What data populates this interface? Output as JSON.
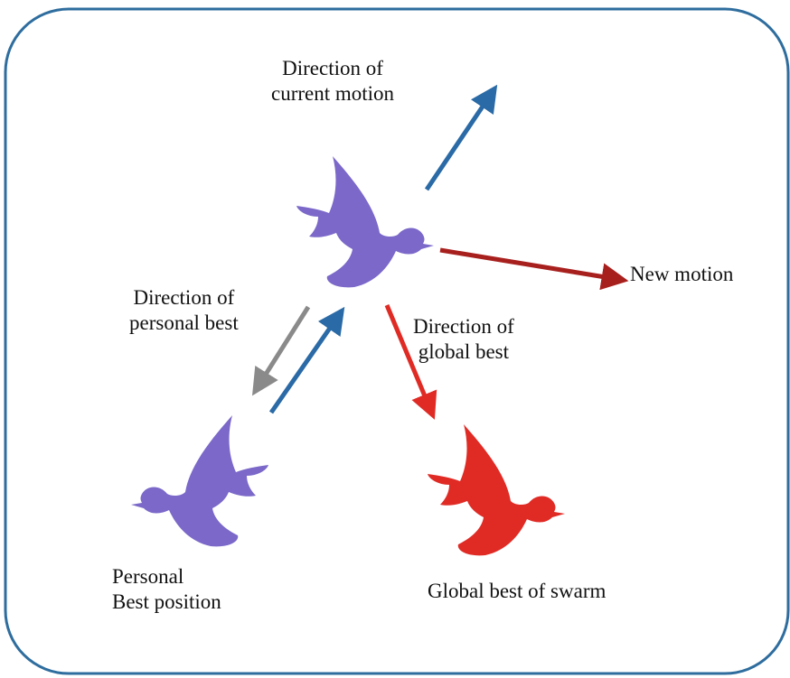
{
  "labels": {
    "current_motion": {
      "line1": "Direction of",
      "line2": "current motion"
    },
    "new_motion": "New motion",
    "personal_best_dir": {
      "line1": "Direction of",
      "line2": "personal best"
    },
    "global_best_dir": {
      "line1": "Direction of",
      "line2": "global best"
    },
    "personal_best_pos": {
      "line1": "Personal",
      "line2": "Best position"
    },
    "global_best_swarm": "Global best of swarm"
  },
  "colors": {
    "frame": "#2e6d9e",
    "bird_particle": "#7b68c9",
    "bird_global": "#e02b25",
    "arrow_blue": "#2a6aa6",
    "arrow_darkred": "#a8201e",
    "arrow_red": "#e02b25",
    "arrow_gray": "#8a8a8a"
  }
}
